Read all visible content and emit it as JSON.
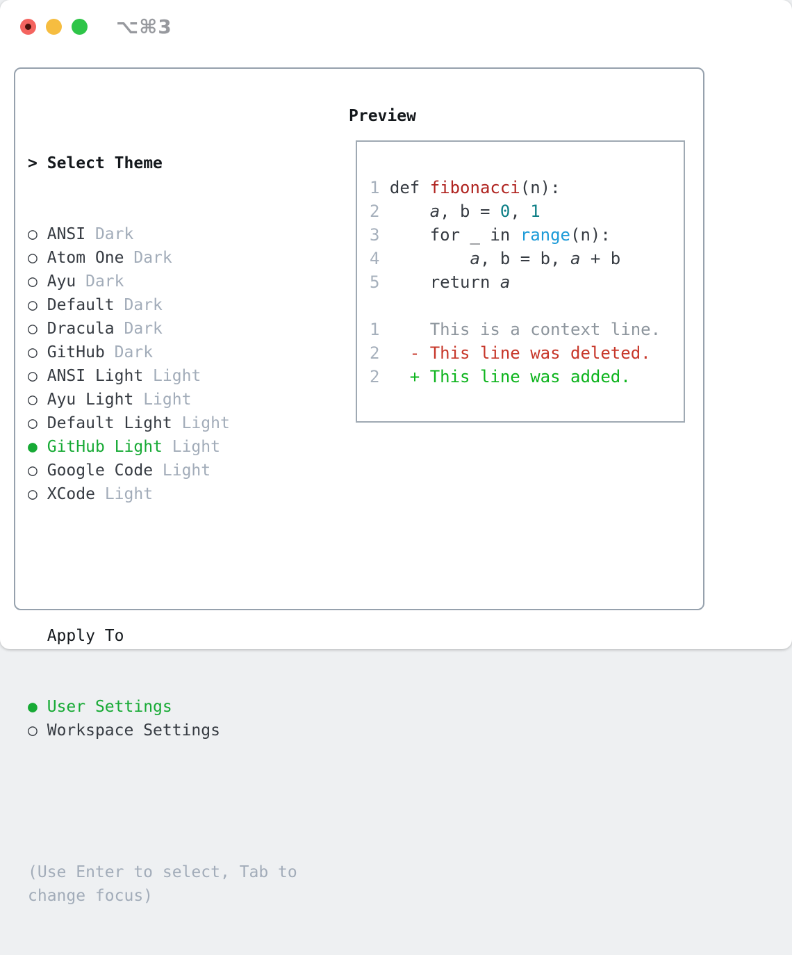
{
  "window": {
    "title": "⌥⌘3",
    "traffic_lights": [
      {
        "name": "close",
        "color": "#f4645f"
      },
      {
        "name": "minimize",
        "color": "#f6bd40"
      },
      {
        "name": "zoom",
        "color": "#2ec548"
      }
    ]
  },
  "theme_panel": {
    "header": {
      "prompt": ">",
      "label": "Select Theme"
    },
    "icons": {
      "radio_on": "●",
      "radio_off": "○"
    },
    "themes": [
      {
        "name": "ANSI",
        "tag": "Dark",
        "selected": false
      },
      {
        "name": "Atom One",
        "tag": "Dark",
        "selected": false
      },
      {
        "name": "Ayu",
        "tag": "Dark",
        "selected": false
      },
      {
        "name": "Default",
        "tag": "Dark",
        "selected": false
      },
      {
        "name": "Dracula",
        "tag": "Dark",
        "selected": false
      },
      {
        "name": "GitHub",
        "tag": "Dark",
        "selected": false
      },
      {
        "name": "ANSI Light",
        "tag": "Light",
        "selected": false
      },
      {
        "name": "Ayu Light",
        "tag": "Light",
        "selected": false
      },
      {
        "name": "Default Light",
        "tag": "Light",
        "selected": false
      },
      {
        "name": "GitHub Light",
        "tag": "Light",
        "selected": true
      },
      {
        "name": "Google Code",
        "tag": "Light",
        "selected": false
      },
      {
        "name": "XCode",
        "tag": "Light",
        "selected": false
      }
    ],
    "apply_to": {
      "label": "Apply To",
      "options": [
        {
          "name": "User Settings",
          "selected": true
        },
        {
          "name": "Workspace Settings",
          "selected": false
        }
      ]
    },
    "hint": "(Use Enter to select, Tab to change focus)"
  },
  "preview": {
    "label": "Preview",
    "lines": [
      {
        "num": "1",
        "tokens": [
          {
            "t": "def ",
            "c": "kw"
          },
          {
            "t": "fibonacci",
            "c": "fn"
          },
          {
            "t": "(n):",
            "c": "pl"
          }
        ]
      },
      {
        "num": "2",
        "tokens": [
          {
            "t": "    ",
            "c": "pl"
          },
          {
            "t": "a",
            "c": "var"
          },
          {
            "t": ", b = ",
            "c": "pl"
          },
          {
            "t": "0",
            "c": "num"
          },
          {
            "t": ", ",
            "c": "pl"
          },
          {
            "t": "1",
            "c": "num"
          }
        ]
      },
      {
        "num": "3",
        "tokens": [
          {
            "t": "    for _ in ",
            "c": "pl"
          },
          {
            "t": "range",
            "c": "bi"
          },
          {
            "t": "(n):",
            "c": "pl"
          }
        ]
      },
      {
        "num": "4",
        "tokens": [
          {
            "t": "        ",
            "c": "pl"
          },
          {
            "t": "a",
            "c": "var"
          },
          {
            "t": ", b = b, ",
            "c": "pl"
          },
          {
            "t": "a",
            "c": "var"
          },
          {
            "t": " + b",
            "c": "pl"
          }
        ]
      },
      {
        "num": "5",
        "tokens": [
          {
            "t": "    return ",
            "c": "pl"
          },
          {
            "t": "a",
            "c": "var"
          }
        ]
      },
      {
        "num": "",
        "tokens": []
      },
      {
        "num": "1",
        "tokens": [
          {
            "t": "    This is a context line.",
            "c": "ctx"
          }
        ]
      },
      {
        "num": "2",
        "tokens": [
          {
            "t": "  - This line was deleted.",
            "c": "del"
          }
        ]
      },
      {
        "num": "2",
        "tokens": [
          {
            "t": "  + This line was added.",
            "c": "add"
          }
        ]
      }
    ]
  },
  "colors": {
    "selection_green": "#17aa35",
    "added_green": "#0db41d",
    "deleted_red": "#c7372a",
    "function_red": "#b02420",
    "number_teal": "#0e7f86",
    "builtin_blue": "#1d9bd8",
    "text_dark": "#363b42",
    "heading_black": "#14181c",
    "muted_gray": "#a2acb9",
    "line_number_gray": "#a6b0bc",
    "context_gray": "#8d959d",
    "panel_border": "#96a1ad",
    "preview_border": "#9fa9b3",
    "title_gray": "#97999e",
    "traffic_red": "#f4645f",
    "traffic_red_dot": "#4a120b",
    "traffic_yellow": "#f6bd40",
    "traffic_green": "#2ec548"
  }
}
